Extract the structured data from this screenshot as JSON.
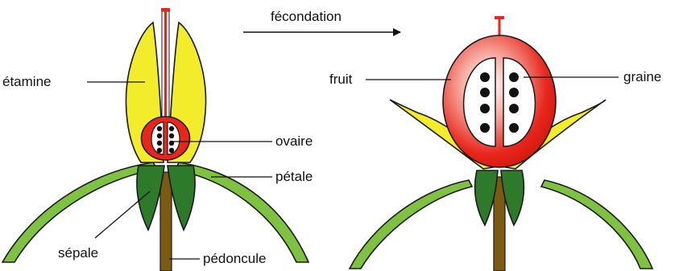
{
  "labels": {
    "stamen": "étamine",
    "ovary": "ovaire",
    "petal": "pétale",
    "sepal": "sépale",
    "peduncle": "pédoncule",
    "fertilization": "fécondation",
    "fruit": "fruit",
    "seed": "graine"
  },
  "colors": {
    "petal_green": "#7fc241",
    "sepal_green": "#2d7a2a",
    "stamen_yellow": "#f2ec2a",
    "ovary_red": "#e8261c",
    "stem_brown": "#7d5a12",
    "seed_black": "#111111"
  }
}
